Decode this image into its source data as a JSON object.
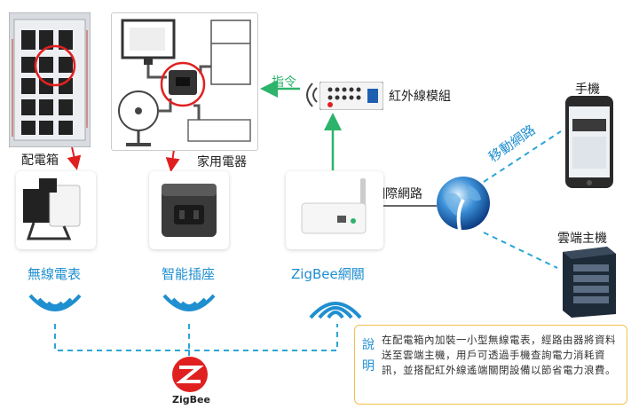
{
  "labels": {
    "panel": "配電箱",
    "appliances": "家用電器",
    "command": "指令",
    "ir_module": "紅外線模組",
    "internet": "網際網路",
    "mobile_network": "移動網路",
    "phone": "手機",
    "cloud": "雲端主機",
    "wireless_meter": "無線電表",
    "smart_socket": "智能插座",
    "zigbee_gateway": "ZigBee網關",
    "zigbee_logo": "ZigBee"
  },
  "description": {
    "title": "說明",
    "text": "在配電箱內加裝一小型無線電表，經路由器將資料送至雲端主機，用戶可透過手機查詢電力消耗資訊，並搭配紅外線遙端關閉設備以節省電力浪費。"
  },
  "colors": {
    "red": "#e02020",
    "green": "#2db36b",
    "blue": "#1f8fd0",
    "dashed": "#2aa6d6"
  }
}
